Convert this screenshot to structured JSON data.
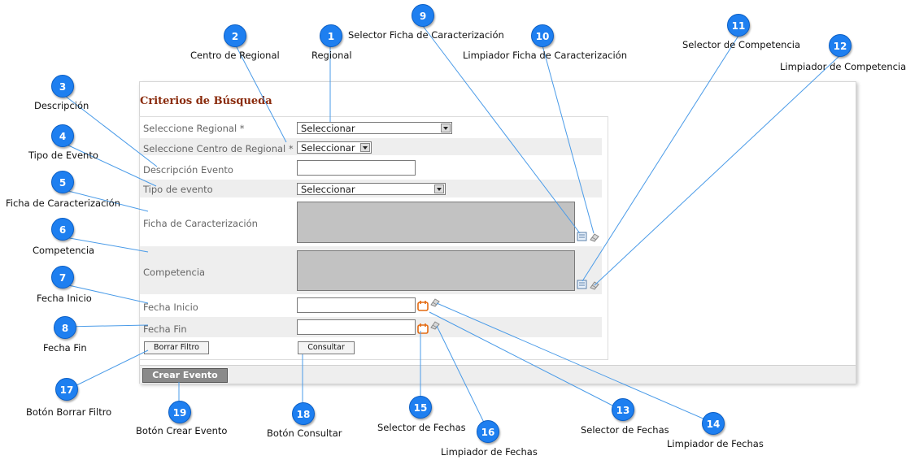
{
  "form": {
    "title": "Criterios de Búsqueda",
    "labels": {
      "regional": "Seleccione Regional *",
      "centro": "Seleccione Centro de Regional *",
      "descripcion": "Descripción Evento",
      "tipo": "Tipo de evento",
      "ficha": "Ficha de Caracterización",
      "competencia": "Competencia",
      "fecha_inicio": "Fecha Inicio",
      "fecha_fin": "Fecha Fin"
    },
    "selects": {
      "regional": "Seleccionar",
      "centro": "Seleccionar",
      "tipo": "Seleccionar"
    },
    "buttons": {
      "borrar_filtro": "Borrar Filtro",
      "consultar": "Consultar",
      "crear_evento": "Crear Evento"
    }
  },
  "annotations": [
    {
      "n": "1",
      "text": "Regional"
    },
    {
      "n": "2",
      "text": "Centro de Regional"
    },
    {
      "n": "3",
      "text": "Descripción"
    },
    {
      "n": "4",
      "text": "Tipo de Evento"
    },
    {
      "n": "5",
      "text": "Ficha de Caracterización"
    },
    {
      "n": "6",
      "text": "Competencia"
    },
    {
      "n": "7",
      "text": "Fecha Inicio"
    },
    {
      "n": "8",
      "text": "Fecha Fin"
    },
    {
      "n": "9",
      "text": "Selector Ficha de Caracterización"
    },
    {
      "n": "10",
      "text": "Limpiador Ficha de Caracterización"
    },
    {
      "n": "11",
      "text": "Selector de Competencia"
    },
    {
      "n": "12",
      "text": "Limpiador de Competencia"
    },
    {
      "n": "13",
      "text": "Selector de Fechas"
    },
    {
      "n": "14",
      "text": "Limpiador de Fechas"
    },
    {
      "n": "15",
      "text": "Selector de Fechas"
    },
    {
      "n": "16",
      "text": "Limpiador de Fechas"
    },
    {
      "n": "17",
      "text": "Botón Borrar Filtro"
    },
    {
      "n": "18",
      "text": "Botón Consultar"
    },
    {
      "n": "19",
      "text": "Botón Crear Evento"
    }
  ],
  "colors": {
    "badge": "#1e7ff0",
    "title": "#8a2b0c",
    "leader_line": "#4a9be8"
  },
  "icons": {
    "selector": "select-list-icon",
    "cleaner": "eraser-icon",
    "calendar": "calendar-icon"
  }
}
